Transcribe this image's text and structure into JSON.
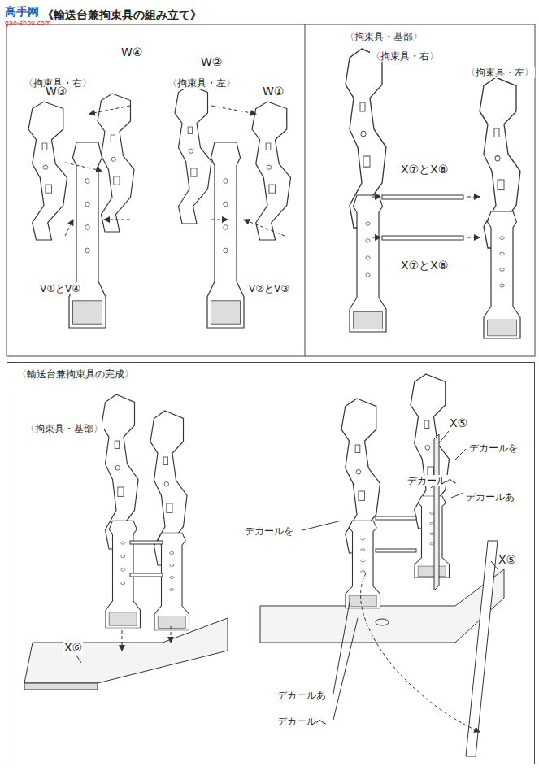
{
  "diagram": {
    "title": "《輸送台兼拘束具の組み立て》",
    "nodes": [
      {
        "text": [
          "〈輸送台兼拘束具の完成〉"
        ]
      }
    ],
    "labels": [
      "高手网",
      "gao-shou.com",
      "〈拘束具・右〉",
      "W④",
      "W③",
      "V①とV④",
      "〈拘束具・左〉",
      "W②",
      "W①",
      "V②とV③",
      "〈拘束具・基部〉",
      "〈拘束具・右〉",
      "〈拘束具・左〉",
      "X⑦とX⑧",
      "X⑦とX⑧",
      "〈拘束具・基部〉",
      "X⑥",
      "X⑤",
      "X⑤",
      "デカールを",
      "デカールへ",
      "デカールあ",
      "デカールを",
      "デカールあ",
      "デカールへ"
    ]
  }
}
